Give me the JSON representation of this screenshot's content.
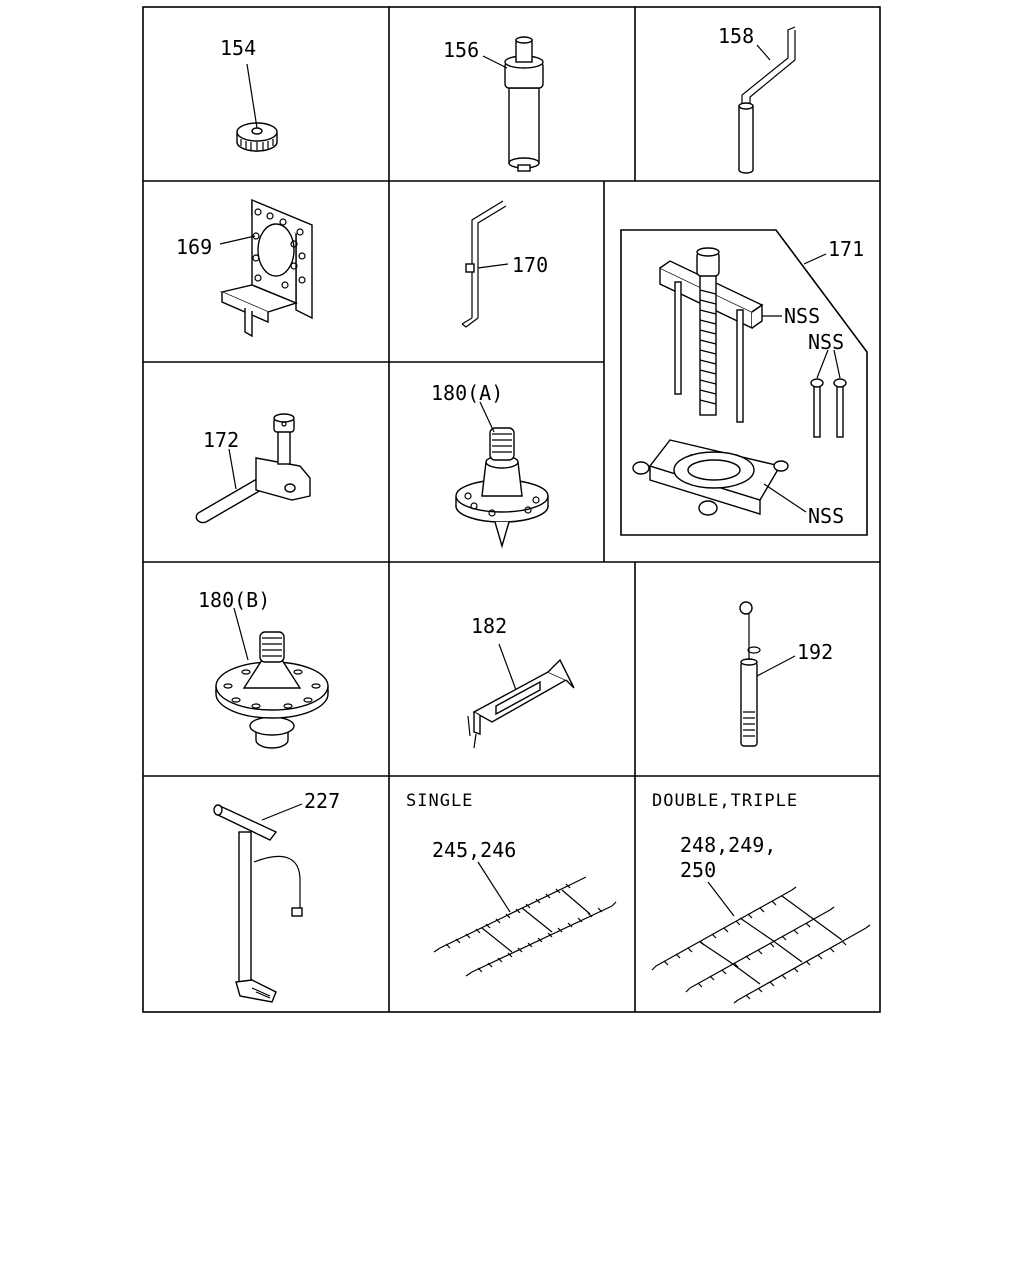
{
  "parts": {
    "p154": "154",
    "p156": "156",
    "p158": "158",
    "p169": "169",
    "p170": "170",
    "p171": "171",
    "nss_a": "NSS",
    "nss_b": "NSS",
    "nss_c": "NSS",
    "p172": "172",
    "p180a": "180(A)",
    "p180b": "180(B)",
    "p182": "182",
    "p192": "192",
    "p227": "227",
    "single_caption": "SINGLE",
    "p245": "245,246",
    "double_caption": "DOUBLE,TRIPLE",
    "p248_line1": "248,249,",
    "p248_line2": "250"
  }
}
